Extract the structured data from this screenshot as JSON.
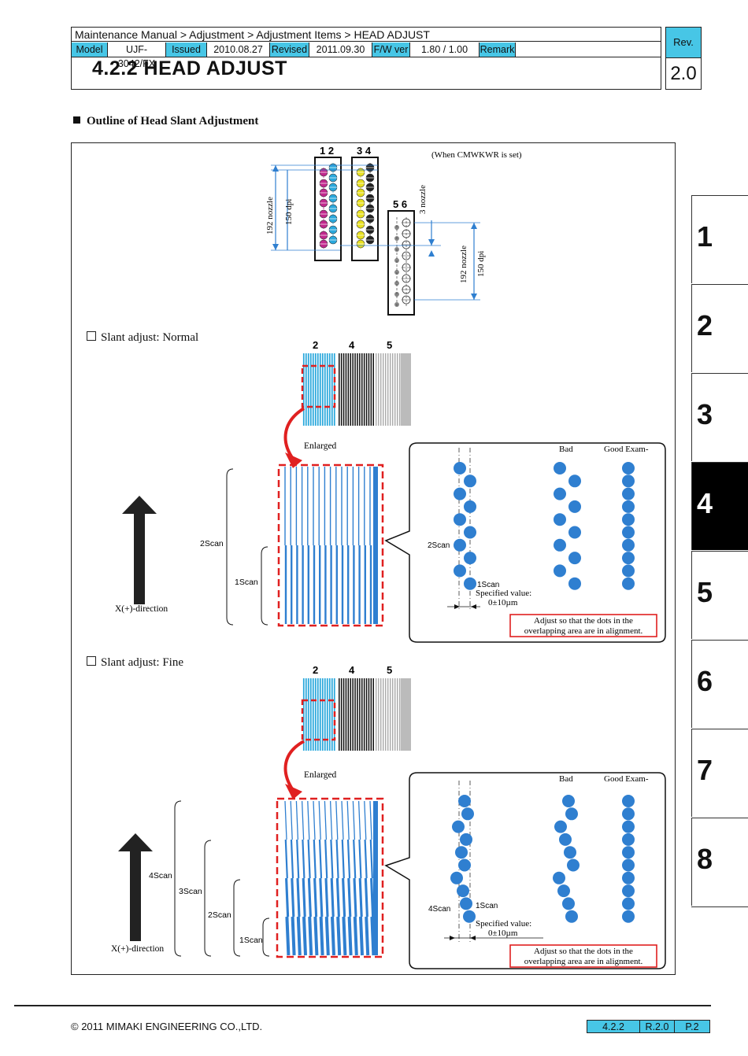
{
  "header": {
    "breadcrumb": "Maintenance Manual > Adjustment > Adjustment Items > HEAD ADJUST",
    "model_label": "Model",
    "model_value": "UJF-3042/FX",
    "issued_label": "Issued",
    "issued_value": "2010.08.27",
    "revised_label": "Revised",
    "revised_value": "2011.09.30",
    "fw_label": "F/W ver",
    "fw_value": "1.80 / 1.00",
    "remark_label": "Remark",
    "title": "4.2.2  HEAD ADJUST",
    "rev_label": "Rev.",
    "rev_value": "2.0"
  },
  "section_title": "Outline of Head Slant Adjustment",
  "head_diagram": {
    "group1_label": "1 2",
    "group2_label": "3 4",
    "group3_label": "5 6",
    "note": "(When CMWKWR is set)",
    "left_nozzle": "192  nozzle",
    "left_dpi": "150 dpi",
    "mid_nozzle": "3  nozzle",
    "right_nozzle": "192 nozzle",
    "right_dpi": "150 dpi",
    "colors": {
      "cyan": "#2aa8dc",
      "magenta": "#c0288c",
      "yellow": "#e8e020",
      "black": "#222222",
      "blue": "#2f7fd0"
    }
  },
  "normal": {
    "heading": "Slant adjust: Normal",
    "col2": "2",
    "col4": "4",
    "col5": "5",
    "enlarged": "Enlarged",
    "scan2": "2Scan",
    "scan1": "1Scan",
    "direction": "X(+)-direction",
    "bad": "Bad",
    "good": "Good Exam-",
    "callout_scan2": "2Scan",
    "callout_scan1": "1Scan",
    "spec_label": "Specified value:",
    "spec_value": "0±10µm",
    "adjust_line1": "Adjust so that the dots in the",
    "adjust_line2": "overlapping area are in alignment."
  },
  "fine": {
    "heading": "Slant adjust: Fine",
    "col2": "2",
    "col4": "4",
    "col5": "5",
    "enlarged": "Enlarged",
    "scan4": "4Scan",
    "scan3": "3Scan",
    "scan2": "2Scan",
    "scan1": "1Scan",
    "direction": "X(+)-direction",
    "bad": "Bad",
    "good": "Good Exam-",
    "callout_scan4": "4Scan",
    "callout_scan1": "1Scan",
    "spec_label": "Specified value:",
    "spec_value": "0±10µm",
    "adjust_line1": "Adjust so that the dots in the",
    "adjust_line2": "overlapping area are in alignment."
  },
  "tabs": [
    "1",
    "2",
    "3",
    "4",
    "5",
    "6",
    "7",
    "8"
  ],
  "active_tab": "4",
  "footer": {
    "copyright": "© 2011 MIMAKI ENGINEERING CO.,LTD.",
    "section": "4.2.2",
    "revision": "R.2.0",
    "page": "P.2"
  }
}
